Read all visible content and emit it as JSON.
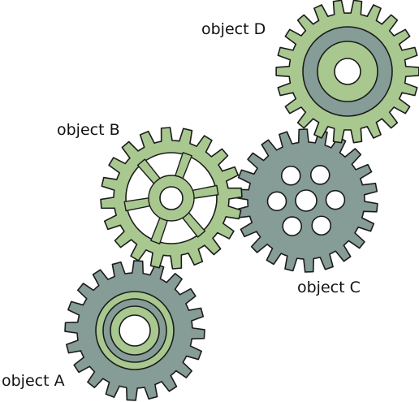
{
  "diagram": {
    "colors": {
      "light_green": "#a8c890",
      "gray_green": "#869c96",
      "outline": "#1b1b1b",
      "background": "#ffffff"
    },
    "gears": [
      {
        "id": "gear-a",
        "label": "object A",
        "fill": "gray_green",
        "hub_style": "concentric-rings"
      },
      {
        "id": "gear-b",
        "label": "object B",
        "fill": "light_green",
        "hub_style": "six-spokes"
      },
      {
        "id": "gear-c",
        "label": "object C",
        "fill": "gray_green",
        "hub_style": "seven-holes"
      },
      {
        "id": "gear-d",
        "label": "object D",
        "fill": "light_green",
        "hub_style": "concentric-rings"
      }
    ]
  }
}
